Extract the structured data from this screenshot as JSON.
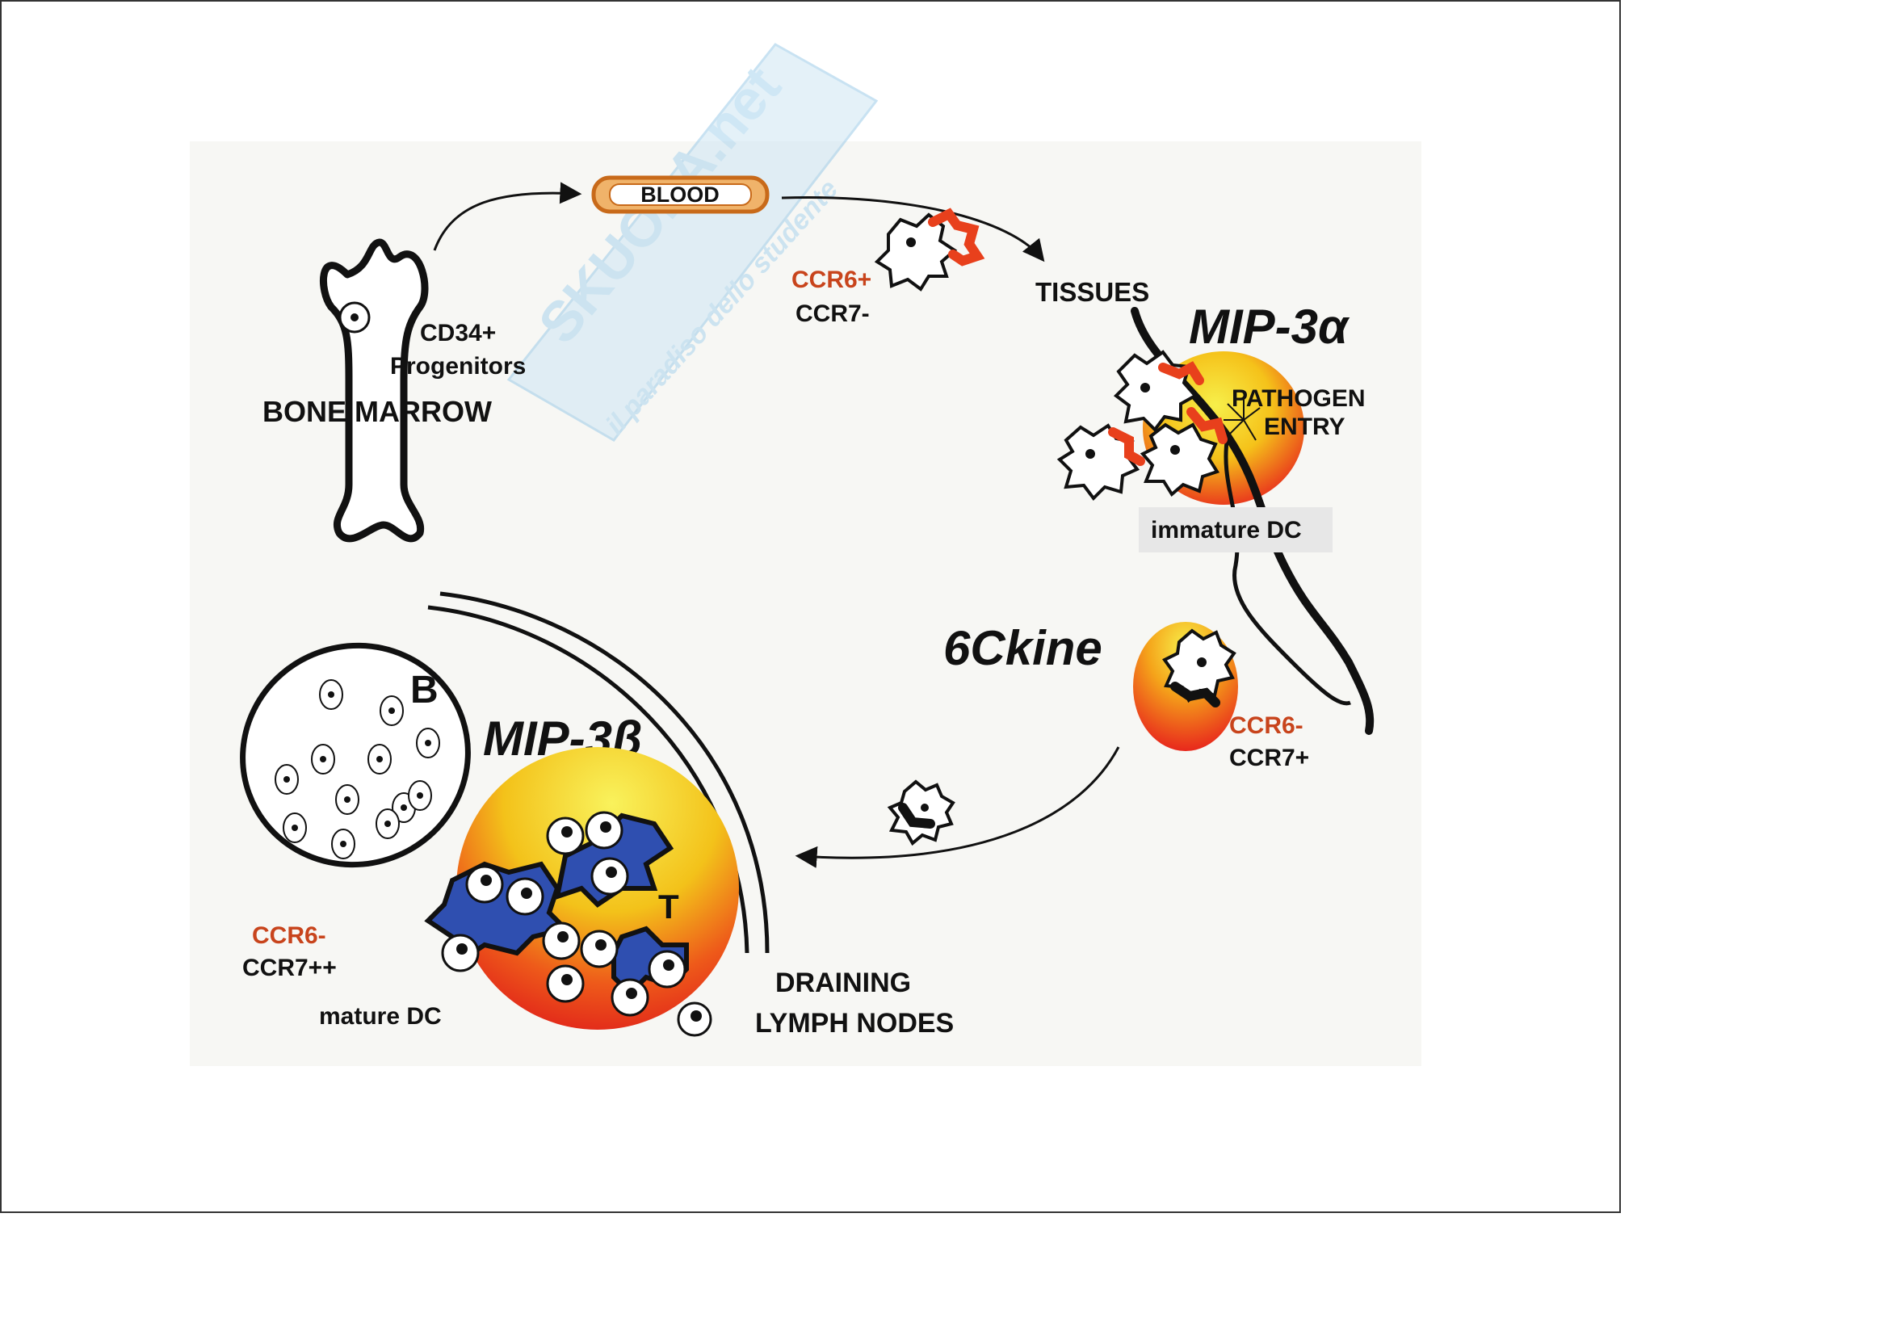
{
  "watermark": {
    "brand": "SKUOLA.net",
    "tagline": "il paradiso dello studente"
  },
  "labels": {
    "blood": "BLOOD",
    "tissues": "TISSUES",
    "mip3a": "MIP-3α",
    "pathogen_entry_line1": "PATHOGEN",
    "pathogen_entry_line2": "ENTRY",
    "immature_dc": "immature DC",
    "cd34_line1": "CD34+",
    "cd34_line2": "Progenitors",
    "bone_marrow": "BONE MARROW",
    "ccr6_plus": "CCR6+",
    "ccr7_minus": "CCR7-",
    "sixckine": "6Ckine",
    "ccr6_minus_mid": "CCR6-",
    "ccr7_plus": "CCR7+",
    "b_zone": "B",
    "mip3b": "MIP-3β",
    "t_zone": "T",
    "ccr6_minus_low": "CCR6-",
    "ccr7_plusplus": "CCR7++",
    "mature_dc": "mature DC",
    "draining_line1": "DRAINING",
    "draining_line2": "LYMPH NODES"
  },
  "colors": {
    "label_red": "#c8441c",
    "dc_blue": "#2f4fb0",
    "gradient_yellow": "#f4e31a",
    "gradient_red": "#e8281c"
  }
}
